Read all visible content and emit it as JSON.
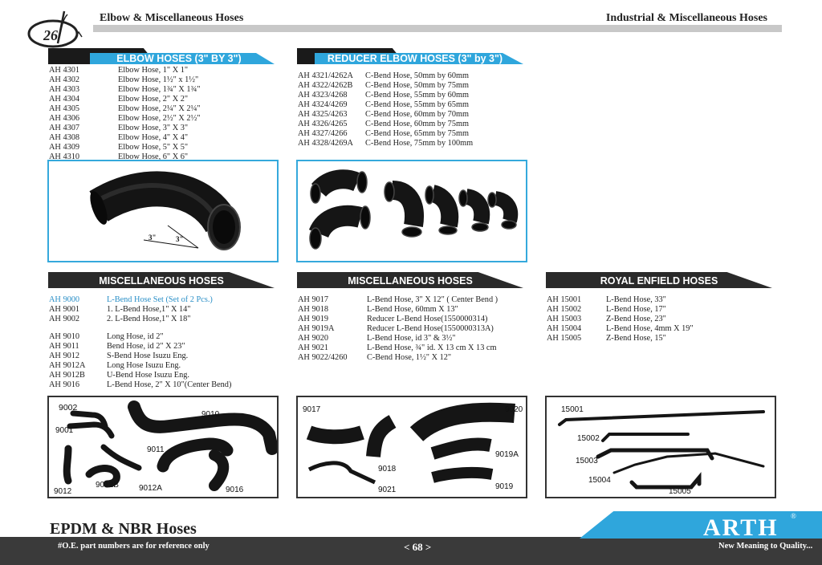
{
  "header": {
    "left_title": "Elbow & Miscellaneous Hoses",
    "right_title": "Industrial & Miscellaneous Hoses"
  },
  "elbow": {
    "title": "ELBOW HOSES (3\" BY 3\")",
    "items": [
      {
        "code": "AH 4301",
        "desc": "Elbow Hose, 1\" X 1\""
      },
      {
        "code": "AH 4302",
        "desc": "Elbow Hose, 1½\" x 1½\""
      },
      {
        "code": "AH 4303",
        "desc": "Elbow Hose, 1¾\" X 1¾\""
      },
      {
        "code": "AH 4304",
        "desc": "Elbow Hose, 2\" X 2\""
      },
      {
        "code": "AH 4305",
        "desc": "Elbow Hose, 2¼\" X 2¼\""
      },
      {
        "code": "AH 4306",
        "desc": "Elbow Hose, 2½\" X 2½\""
      },
      {
        "code": "AH 4307",
        "desc": "Elbow Hose, 3\" X 3\""
      },
      {
        "code": "AH 4308",
        "desc": "Elbow Hose, 4\" X 4\""
      },
      {
        "code": "AH 4309",
        "desc": "Elbow Hose, 5\" X 5\""
      },
      {
        "code": "AH 4310",
        "desc": "Elbow Hose, 6\" X 6\""
      }
    ],
    "dim_a": "3\"",
    "dim_b": "3\""
  },
  "reducer": {
    "title": "REDUCER ELBOW HOSES (3\" by 3\")",
    "items": [
      {
        "code": "AH 4321/4262A",
        "desc": "C-Bend Hose, 50mm by 60mm"
      },
      {
        "code": "AH 4322/4262B",
        "desc": "C-Bend Hose, 50mm by 75mm"
      },
      {
        "code": "AH 4323/4268",
        "desc": "C-Bend Hose, 55mm by 60mm"
      },
      {
        "code": "AH 4324/4269",
        "desc": "C-Bend Hose, 55mm by 65mm"
      },
      {
        "code": "AH 4325/4263",
        "desc": "C-Bend Hose, 60mm by 70mm"
      },
      {
        "code": "AH 4326/4265",
        "desc": "C-Bend Hose, 60mm by 75mm"
      },
      {
        "code": "AH 4327/4266",
        "desc": "C-Bend Hose, 65mm by 75mm"
      },
      {
        "code": "AH 4328/4269A",
        "desc": "C-Bend Hose, 75mm by 100mm"
      }
    ]
  },
  "misc1": {
    "title": "MISCELLANEOUS HOSES",
    "items": [
      {
        "code": "AH 9000",
        "desc": "L-Bend Hose Set (Set of 2 Pcs.)",
        "highlight": true
      },
      {
        "code": "AH 9001",
        "desc": "1.   L-Bend Hose,1\" X 14\""
      },
      {
        "code": "AH 9002",
        "desc": "2.   L-Bend Hose,1\" X 18\""
      },
      {
        "code": "",
        "desc": ""
      },
      {
        "code": "AH 9010",
        "desc": "Long Hose, id 2\""
      },
      {
        "code": "AH 9011",
        "desc": "Bend Hose, id 2\" X 23\""
      },
      {
        "code": "AH 9012",
        "desc": "S-Bend Hose Isuzu Eng."
      },
      {
        "code": "AH 9012A",
        "desc": "Long Hose Isuzu Eng."
      },
      {
        "code": "AH 9012B",
        "desc": "U-Bend Hose Isuzu Eng."
      },
      {
        "code": "AH 9016",
        "desc": "L-Bend Hose, 2\" X 10\"(Center Bend)"
      }
    ],
    "labels": [
      "9002",
      "9001",
      "9010",
      "9011",
      "9012",
      "9012B",
      "9012A",
      "9016"
    ]
  },
  "misc2": {
    "title": "MISCELLANEOUS HOSES",
    "items": [
      {
        "code": "AH 9017",
        "desc": "L-Bend Hose, 3\" X 12\" ( Center Bend )"
      },
      {
        "code": "AH 9018",
        "desc": "L-Bend Hose, 60mm X 13\""
      },
      {
        "code": "AH 9019",
        "desc": "Reducer L-Bend Hose(1550000314)"
      },
      {
        "code": "AH 9019A",
        "desc": "Reducer L-Bend Hose(1550000313A)"
      },
      {
        "code": "AH 9020",
        "desc": "L-Bend Hose, id 3\" &  3½\""
      },
      {
        "code": "AH 9021",
        "desc": "L-Bend Hose, ¾\" id. X 13 cm X 13 cm"
      },
      {
        "code": "AH 9022/4260",
        "desc": "C-Bend Hose, 1½\" X 12\""
      }
    ],
    "labels": [
      "9017",
      "9020",
      "9018",
      "9019A",
      "9021",
      "9019"
    ]
  },
  "royal": {
    "title": "ROYAL ENFIELD HOSES",
    "items": [
      {
        "code": "AH 15001",
        "desc": "L-Bend Hose, 33\""
      },
      {
        "code": "AH 15002",
        "desc": "L-Bend Hose, 17\""
      },
      {
        "code": "AH 15003",
        "desc": "Z-Bend Hose, 23\""
      },
      {
        "code": "AH 15004",
        "desc": "L-Bend Hose, 4mm X 19\""
      },
      {
        "code": "AH 15005",
        "desc": "Z-Bend Hose, 15\""
      }
    ],
    "labels": [
      "15001",
      "15002",
      "15003",
      "15004",
      "15005"
    ]
  },
  "footer": {
    "heading": "EPDM & NBR Hoses",
    "note": "#O.E. part numbers are for reference only",
    "page": "< 68 >",
    "brand": "ARTH",
    "reg": "®",
    "tagline": "New Meaning to Quality..."
  },
  "colors": {
    "accent": "#2fa6dc",
    "dark": "#2a2a2a"
  }
}
